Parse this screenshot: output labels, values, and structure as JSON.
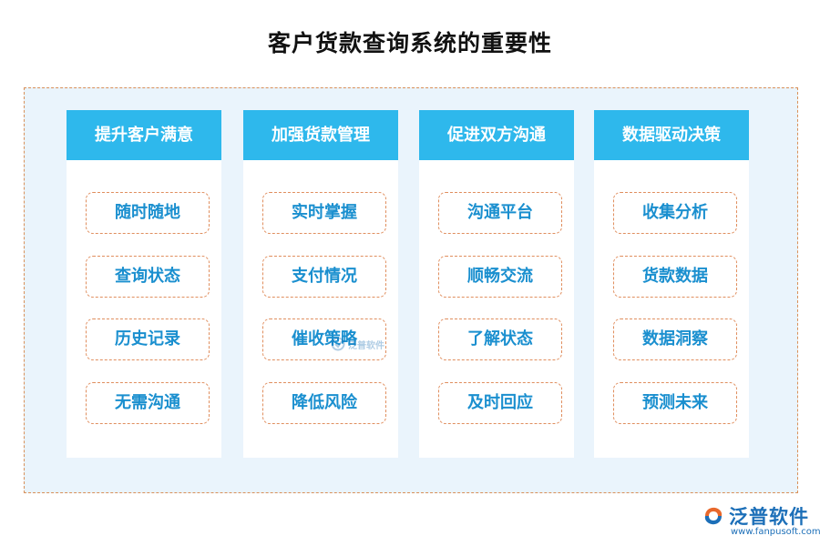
{
  "title": "客户货款查询系统的重要性",
  "columns": [
    {
      "heading": "提升客户满意",
      "items": [
        "随时随地",
        "查询状态",
        "历史记录",
        "无需沟通"
      ]
    },
    {
      "heading": "加强货款管理",
      "items": [
        "实时掌握",
        "支付情况",
        "催收策略",
        "降低风险"
      ]
    },
    {
      "heading": "促进双方沟通",
      "items": [
        "沟通平台",
        "顺畅交流",
        "了解状态",
        "及时回应"
      ]
    },
    {
      "heading": "数据驱动决策",
      "items": [
        "收集分析",
        "货款数据",
        "数据洞察",
        "预测未来"
      ]
    }
  ],
  "watermark": {
    "text": "泛普软件"
  },
  "logo": {
    "name": "泛普软件",
    "url": "www.fanpusoft.com"
  },
  "colors": {
    "header_blue": "#2eb8ec",
    "item_text_blue": "#1a8fcf",
    "dashed_orange": "#e08e5e",
    "panel_background": "#eaf4fc",
    "logo_blue": "#1c6fb8"
  }
}
